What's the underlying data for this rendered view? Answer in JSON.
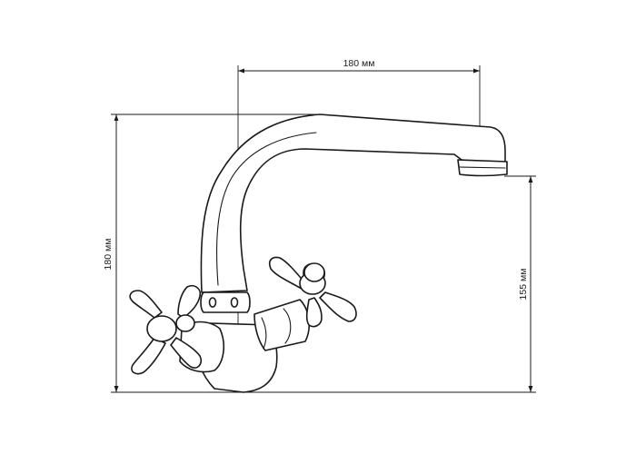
{
  "dimensions": {
    "spout_reach": "180 мм",
    "total_height": "180 мм",
    "spout_height": "155 мм"
  }
}
